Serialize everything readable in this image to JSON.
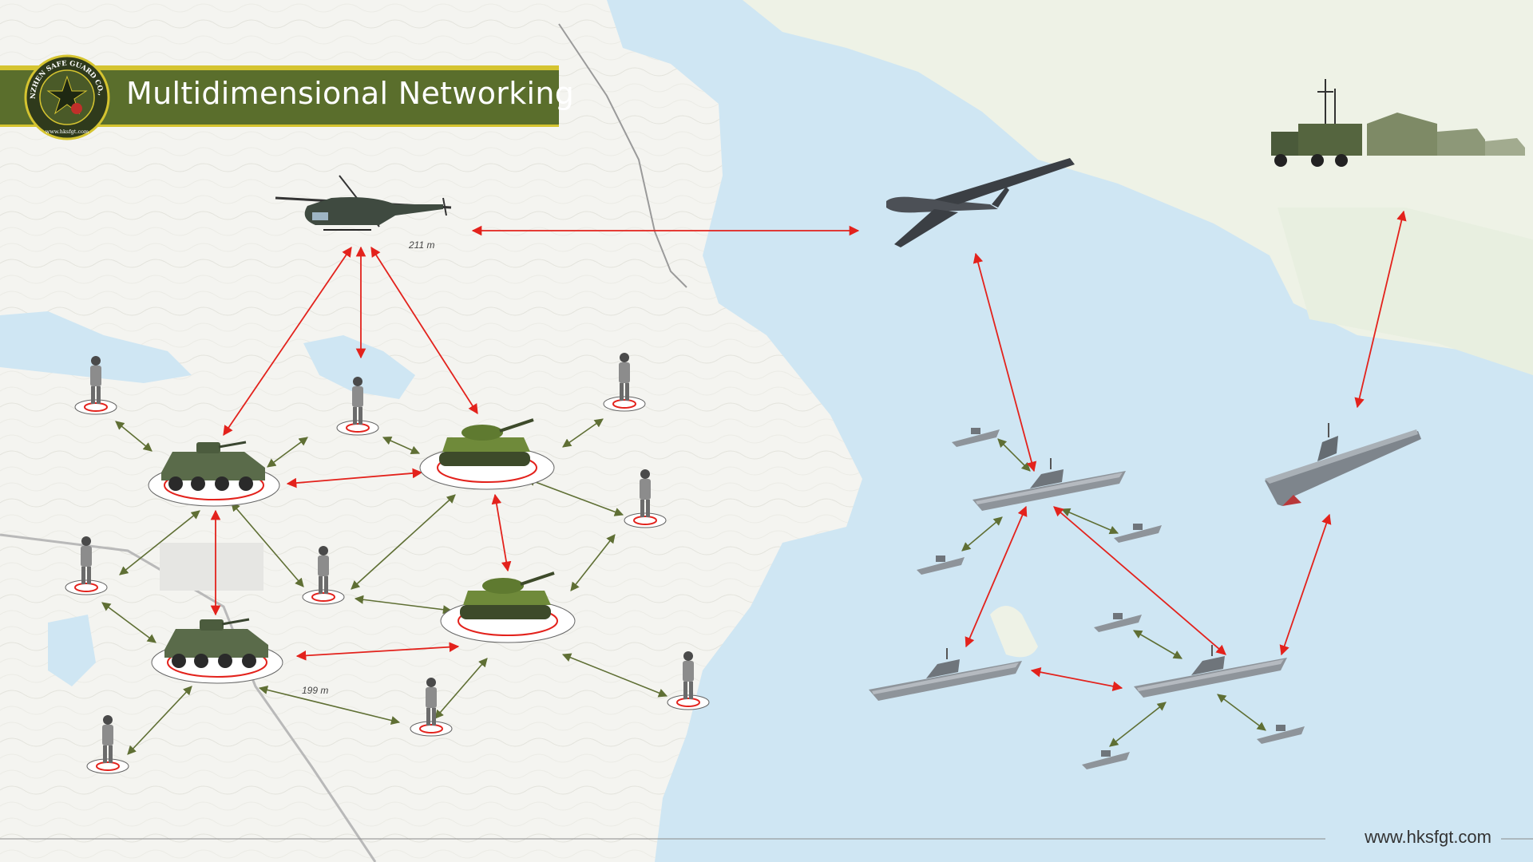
{
  "banner": {
    "title": "Multidimensional Networking",
    "logo_ring_text": "SHENZHEN SAFE GUARD CO., LTD.",
    "logo_url_text": "www.hksfgt.com"
  },
  "footer": {
    "url": "www.hksfgt.com"
  },
  "map": {
    "distance_label_1": "211 m",
    "distance_label_2": "199 m"
  },
  "colors": {
    "land": "#f4f4f0",
    "water": "#cfe6f3",
    "banner": "#5a6e2c",
    "banner_accent": "#d5c430",
    "red_link": "#e3221c",
    "green_link": "#5f6f34"
  },
  "icons": {
    "helicopter": "helicopter-icon",
    "drone": "drone-icon",
    "command_truck": "command-truck-icon",
    "apc": "apc-icon",
    "tank": "tank-icon",
    "soldier": "soldier-icon",
    "warship": "warship-icon",
    "patrol_boat": "patrol-boat-icon",
    "carrier": "aircraft-carrier-icon"
  }
}
